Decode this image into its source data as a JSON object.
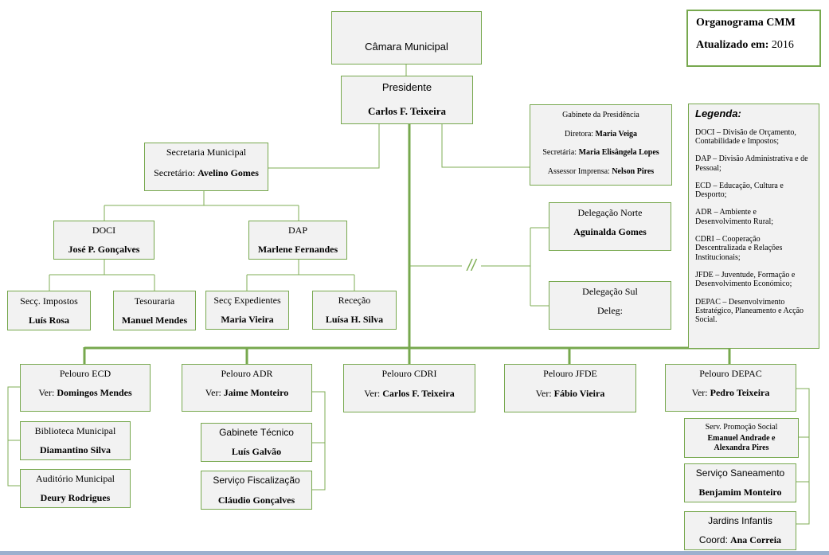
{
  "header": {
    "title": "Organograma CMM",
    "updated_label": "Atualizado em:",
    "updated_value": "2016"
  },
  "top": {
    "camara": "Câmara Municipal",
    "presidente_role": "Presidente",
    "presidente_name": "Carlos F. Teixeira"
  },
  "gabinete": {
    "title": "Gabinete da Presidência",
    "line1_label": "Diretora:",
    "line1_name": "Maria Veiga",
    "line2_label": "Secretária:",
    "line2_name": "Maria Elisângela Lopes",
    "line3_label": "Assessor Imprensa:",
    "line3_name": "Nelson Pires"
  },
  "secretaria": {
    "title": "Secretaria Municipal",
    "label": "Secretário:",
    "name": "Avelino Gomes"
  },
  "doci": {
    "title": "DOCI",
    "name": "José P. Gonçalves"
  },
  "dap": {
    "title": "DAP",
    "name": "Marlene Fernandes"
  },
  "secc_impostos": {
    "title": "Secç. Impostos",
    "name": "Luís Rosa"
  },
  "tesouraria": {
    "title": "Tesouraria",
    "name": "Manuel Mendes"
  },
  "secc_expedientes": {
    "title": "Secç Expedientes",
    "name": "Maria Vieira"
  },
  "rececao": {
    "title": "Receção",
    "name": "Luísa H. Silva"
  },
  "delegacao_norte": {
    "title": "Delegação Norte",
    "name": "Aguinalda Gomes"
  },
  "delegacao_sul": {
    "title": "Delegação Sul",
    "name": "Deleg:"
  },
  "break_mark": "//",
  "legend": {
    "heading": "Legenda:",
    "items": [
      "DOCI – Divisão de Orçamento, Contabilidade e Impostos;",
      "DAP – Divisão Administrativa e de Pessoal;",
      "ECD – Educação, Cultura e Desporto;",
      "ADR – Ambiente e Desenvolvimento Rural;",
      "CDRI – Cooperação Descentralizada e Relações Institucionais;",
      "JFDE – Juventude, Formação e Desenvolvimento Económico;",
      "DEPAC – Desenvolvimento Estratégico, Planeamento e Acção Social."
    ]
  },
  "pelouros": [
    {
      "title": "Pelouro ECD",
      "label": "Ver:",
      "name": "Domingos Mendes"
    },
    {
      "title": "Pelouro ADR",
      "label": "Ver:",
      "name": "Jaime Monteiro"
    },
    {
      "title": "Pelouro CDRI",
      "label": "Ver:",
      "name": "Carlos F. Teixeira"
    },
    {
      "title": "Pelouro JFDE",
      "label": "Ver:",
      "name": "Fábio Vieira"
    },
    {
      "title": "Pelouro DEPAC",
      "label": "Ver:",
      "name": "Pedro Teixeira"
    }
  ],
  "ecd_units": [
    {
      "title": "Biblioteca Municipal",
      "name": "Diamantino Silva"
    },
    {
      "title": "Auditório Municipal",
      "name": "Deury Rodrigues"
    }
  ],
  "adr_units": [
    {
      "title": "Gabinete Técnico",
      "name": "Luís Galvão"
    },
    {
      "title": "Serviço Fiscalização",
      "name": "Cláudio Gonçalves"
    }
  ],
  "depac_units": [
    {
      "title": "Serv. Promoção Social",
      "name1": "Emanuel Andrade e",
      "name2": "Alexandra Pires"
    },
    {
      "title": "Serviço Saneamento",
      "name": "Benjamim Monteiro"
    },
    {
      "title": "Jardins Infantis",
      "label": "Coord:",
      "name": "Ana Correia"
    }
  ],
  "colors": {
    "accent": "#77a84e",
    "box_fill": "#f2f2f2",
    "thin_line": "#7fae54"
  }
}
